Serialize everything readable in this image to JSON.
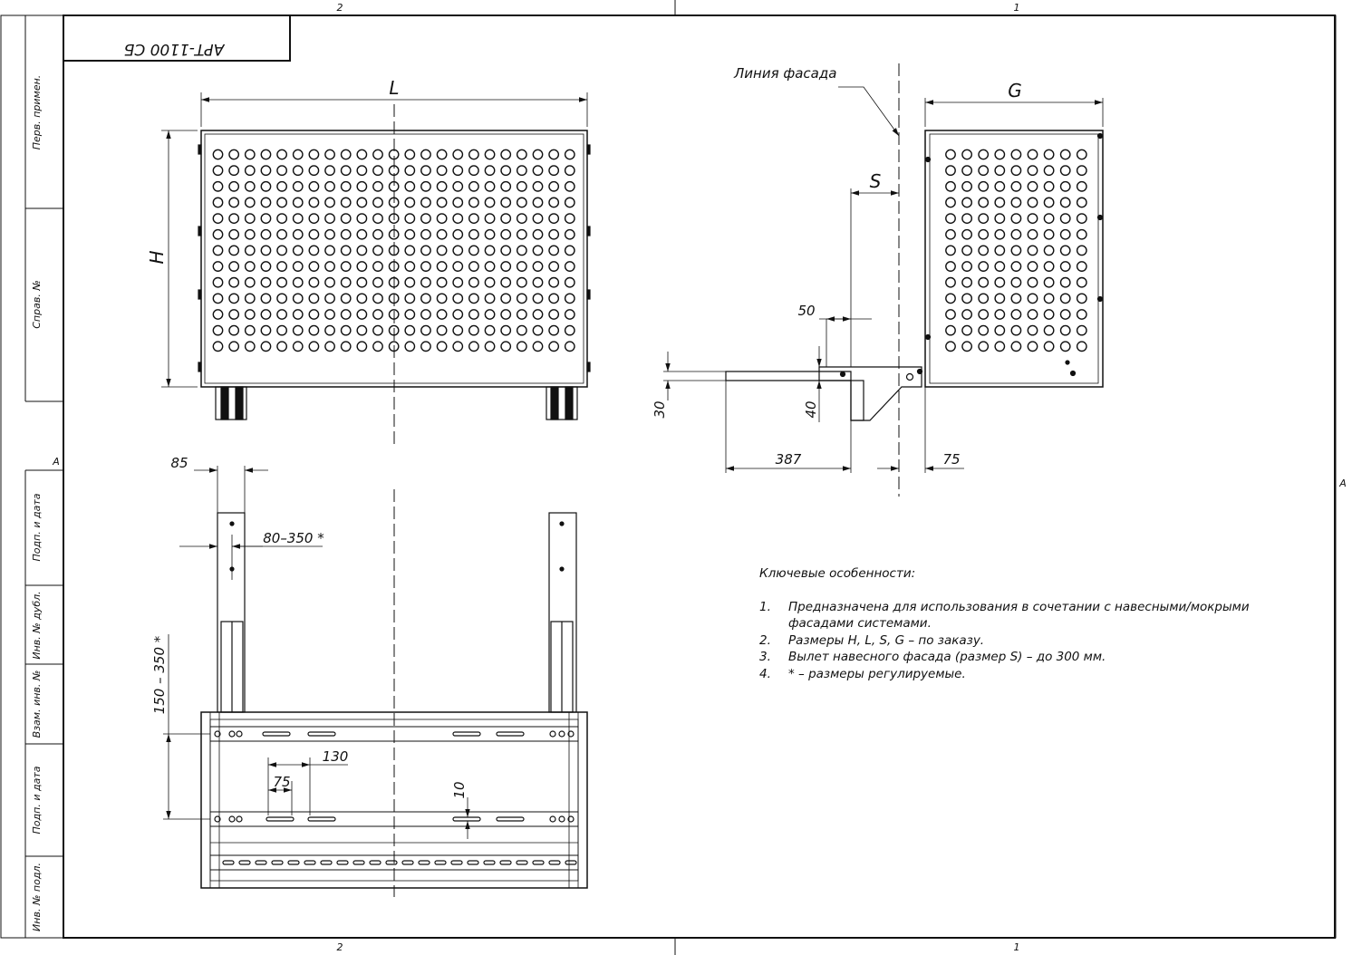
{
  "sheet": {
    "code": "АРТ-1100 СБ",
    "zone_top_left": "2",
    "zone_top_right": "1",
    "zone_bottom_left": "2",
    "zone_bottom_right": "1",
    "row_left": "A",
    "row_right": "A",
    "side_stamp": [
      "Перв. примен.",
      "Справ. №",
      "Подп. и дата",
      "Инв. № дубл.",
      "Взам. инв. №",
      "Подп. и дата",
      "Инв. № подл."
    ]
  },
  "front_view": {
    "dim_L": "L",
    "dim_H": "H"
  },
  "side_view": {
    "facade_line_label": "Линия фасада",
    "dim_G": "G",
    "dim_S": "S",
    "dim_50": "50",
    "dim_30": "30",
    "dim_40": "40",
    "dim_387": "387",
    "dim_75": "75"
  },
  "top_view": {
    "dim_85": "85",
    "dim_80_350": "80–350 *",
    "dim_150_350": "150 – 350 *",
    "dim_130": "130",
    "dim_75": "75",
    "dim_10": "10"
  },
  "notes": {
    "header": "Ключевые особенности:",
    "items": [
      {
        "num": "1.",
        "text": "Предназначена для использования в сочетании с навесными/мокрыми фасадами системами."
      },
      {
        "num": "2.",
        "text": "Размеры H, L, S, G – по заказу."
      },
      {
        "num": "3.",
        "text": "Вылет навесного фасада (размер S) – до 300 мм."
      },
      {
        "num": "4.",
        "text": "* – размеры регулируемые."
      }
    ]
  }
}
